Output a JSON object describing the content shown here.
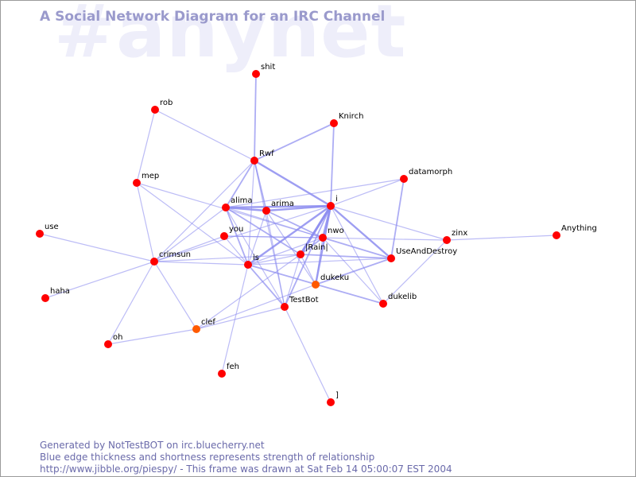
{
  "watermark": "#anynet",
  "title": "A Social Network Diagram for an IRC Channel",
  "footer": {
    "line1": "Generated by NotTestBOT on irc.bluecherry.net",
    "line2": "Blue edge thickness and shortness represents strength of relationship",
    "line3": "http://www.jibble.org/piespy/ - This frame was drawn at Sat Feb 14 05:00:07 EST 2004"
  },
  "colors": {
    "edge": "#8c8cf0",
    "node": "#ff0000",
    "node_active": "#ff5a00",
    "title": "#9a9acc",
    "footer": "#6a6aaa"
  },
  "nodes": [
    {
      "id": "shit",
      "label": "shit"
    },
    {
      "id": "rob",
      "label": "rob"
    },
    {
      "id": "Knirch",
      "label": "Knirch"
    },
    {
      "id": "Rwf",
      "label": "Rwf"
    },
    {
      "id": "datamorph",
      "label": "datamorph"
    },
    {
      "id": "mep",
      "label": "mep"
    },
    {
      "id": "alima",
      "label": "alima"
    },
    {
      "id": "arima",
      "label": "arima"
    },
    {
      "id": "i",
      "label": "i"
    },
    {
      "id": "use",
      "label": "use"
    },
    {
      "id": "you",
      "label": "you"
    },
    {
      "id": "nwo",
      "label": "nwo"
    },
    {
      "id": "zinx",
      "label": "zinx"
    },
    {
      "id": "Anything",
      "label": "Anything"
    },
    {
      "id": "crimsun",
      "label": "crimsun"
    },
    {
      "id": "Rain",
      "label": "|Rain|"
    },
    {
      "id": "UseAndDestroy",
      "label": "UseAndDestroy"
    },
    {
      "id": "is",
      "label": "is"
    },
    {
      "id": "dukeku",
      "label": "dukeku",
      "active": true
    },
    {
      "id": "haha",
      "label": "haha"
    },
    {
      "id": "dukelib",
      "label": "dukelib"
    },
    {
      "id": "TestBot",
      "label": "TestBot"
    },
    {
      "id": "clef",
      "label": "clef",
      "active": true
    },
    {
      "id": "oh",
      "label": "oh"
    },
    {
      "id": "feh",
      "label": "feh"
    },
    {
      "id": "bracket",
      "label": "]"
    }
  ],
  "edges": [
    {
      "s": "shit",
      "t": "Rwf",
      "w": 2
    },
    {
      "s": "rob",
      "t": "mep",
      "w": 1
    },
    {
      "s": "rob",
      "t": "Rwf",
      "w": 1
    },
    {
      "s": "Knirch",
      "t": "Rwf",
      "w": 2
    },
    {
      "s": "Knirch",
      "t": "i",
      "w": 2
    },
    {
      "s": "Rwf",
      "t": "i",
      "w": 3
    },
    {
      "s": "Rwf",
      "t": "alima",
      "w": 2
    },
    {
      "s": "Rwf",
      "t": "arima",
      "w": 2
    },
    {
      "s": "Rwf",
      "t": "is",
      "w": 1
    },
    {
      "s": "Rwf",
      "t": "TestBot",
      "w": 1
    },
    {
      "s": "Rwf",
      "t": "crimsun",
      "w": 1
    },
    {
      "s": "datamorph",
      "t": "i",
      "w": 1
    },
    {
      "s": "datamorph",
      "t": "UseAndDestroy",
      "w": 2
    },
    {
      "s": "datamorph",
      "t": "alima",
      "w": 1
    },
    {
      "s": "mep",
      "t": "crimsun",
      "w": 1
    },
    {
      "s": "mep",
      "t": "is",
      "w": 1
    },
    {
      "s": "mep",
      "t": "nwo",
      "w": 1
    },
    {
      "s": "alima",
      "t": "arima",
      "w": 3
    },
    {
      "s": "alima",
      "t": "i",
      "w": 3
    },
    {
      "s": "alima",
      "t": "Rain",
      "w": 2
    },
    {
      "s": "alima",
      "t": "is",
      "w": 2
    },
    {
      "s": "alima",
      "t": "TestBot",
      "w": 1
    },
    {
      "s": "alima",
      "t": "crimsun",
      "w": 1
    },
    {
      "s": "alima",
      "t": "nwo",
      "w": 1
    },
    {
      "s": "arima",
      "t": "i",
      "w": 3
    },
    {
      "s": "arima",
      "t": "nwo",
      "w": 2
    },
    {
      "s": "arima",
      "t": "TestBot",
      "w": 1
    },
    {
      "s": "arima",
      "t": "dukeku",
      "w": 1
    },
    {
      "s": "arima",
      "t": "is",
      "w": 1
    },
    {
      "s": "i",
      "t": "Rain",
      "w": 4
    },
    {
      "s": "i",
      "t": "is",
      "w": 3
    },
    {
      "s": "i",
      "t": "nwo",
      "w": 3
    },
    {
      "s": "i",
      "t": "UseAndDestroy",
      "w": 3
    },
    {
      "s": "i",
      "t": "dukeku",
      "w": 3
    },
    {
      "s": "i",
      "t": "zinx",
      "w": 1
    },
    {
      "s": "i",
      "t": "crimsun",
      "w": 1
    },
    {
      "s": "i",
      "t": "TestBot",
      "w": 2
    },
    {
      "s": "i",
      "t": "dukelib",
      "w": 1
    },
    {
      "s": "use",
      "t": "crimsun",
      "w": 1
    },
    {
      "s": "you",
      "t": "nwo",
      "w": 1
    },
    {
      "s": "you",
      "t": "is",
      "w": 1
    },
    {
      "s": "you",
      "t": "zinx",
      "w": 1
    },
    {
      "s": "you",
      "t": "crimsun",
      "w": 1
    },
    {
      "s": "nwo",
      "t": "Rain",
      "w": 2
    },
    {
      "s": "nwo",
      "t": "UseAndDestroy",
      "w": 2
    },
    {
      "s": "nwo",
      "t": "dukeku",
      "w": 1
    },
    {
      "s": "nwo",
      "t": "dukelib",
      "w": 1
    },
    {
      "s": "nwo",
      "t": "is",
      "w": 1
    },
    {
      "s": "zinx",
      "t": "Anything",
      "w": 1
    },
    {
      "s": "zinx",
      "t": "dukelib",
      "w": 1
    },
    {
      "s": "Rain",
      "t": "UseAndDestroy",
      "w": 2
    },
    {
      "s": "Rain",
      "t": "is",
      "w": 1
    },
    {
      "s": "Rain",
      "t": "TestBot",
      "w": 1
    },
    {
      "s": "Rain",
      "t": "dukeku",
      "w": 1
    },
    {
      "s": "Rain",
      "t": "crimsun",
      "w": 1
    },
    {
      "s": "Rain",
      "t": "clef",
      "w": 1
    },
    {
      "s": "UseAndDestroy",
      "t": "dukeku",
      "w": 2
    },
    {
      "s": "UseAndDestroy",
      "t": "is",
      "w": 1
    },
    {
      "s": "is",
      "t": "TestBot",
      "w": 2
    },
    {
      "s": "is",
      "t": "crimsun",
      "w": 1
    },
    {
      "s": "is",
      "t": "dukelib",
      "w": 2
    },
    {
      "s": "is",
      "t": "feh",
      "w": 1
    },
    {
      "s": "crimsun",
      "t": "clef",
      "w": 1
    },
    {
      "s": "crimsun",
      "t": "oh",
      "w": 1
    },
    {
      "s": "crimsun",
      "t": "haha",
      "w": 1
    },
    {
      "s": "TestBot",
      "t": "clef",
      "w": 1
    },
    {
      "s": "TestBot",
      "t": "bracket",
      "w": 1
    },
    {
      "s": "dukeku",
      "t": "clef",
      "w": 1
    },
    {
      "s": "clef",
      "t": "oh",
      "w": 1
    }
  ]
}
